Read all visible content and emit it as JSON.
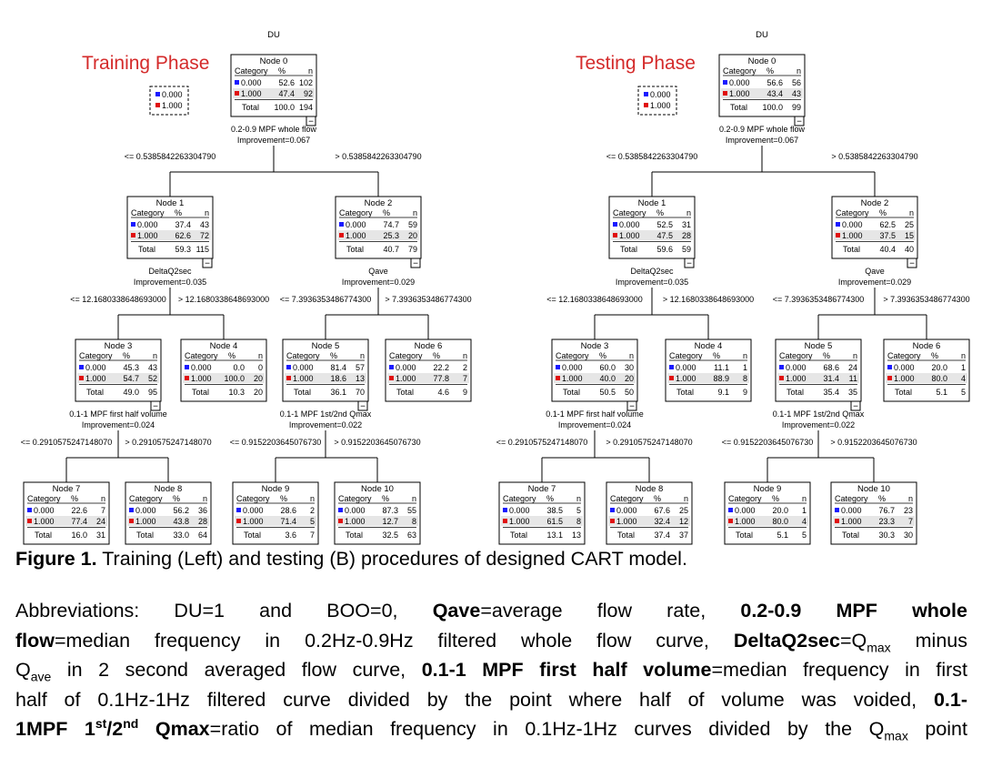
{
  "trees": [
    {
      "side": "left",
      "phase_label": "Training Phase",
      "root_title": "DU",
      "legend": [
        "0.000",
        "1.000"
      ],
      "colors": {
        "cat0": "#1a1aff",
        "cat1": "#e01010",
        "phase_label": "#d42a2a"
      },
      "nodes": [
        {
          "id": 0,
          "title": "Node 0",
          "rows": [
            [
              "0.000",
              "52.6",
              "102"
            ],
            [
              "1.000",
              "47.4",
              "92"
            ]
          ],
          "total": [
            "100.0",
            "194"
          ],
          "split_var": "0.2-0.9 MPF whole flow",
          "improvement": "Improvement=0.067"
        },
        {
          "id": 1,
          "title": "Node 1",
          "rows": [
            [
              "0.000",
              "37.4",
              "43"
            ],
            [
              "1.000",
              "62.6",
              "72"
            ]
          ],
          "total": [
            "59.3",
            "115"
          ],
          "split_var": "DeltaQ2sec",
          "improvement": "Improvement=0.035"
        },
        {
          "id": 2,
          "title": "Node 2",
          "rows": [
            [
              "0.000",
              "74.7",
              "59"
            ],
            [
              "1.000",
              "25.3",
              "20"
            ]
          ],
          "total": [
            "40.7",
            "79"
          ],
          "split_var": "Qave",
          "improvement": "Improvement=0.029"
        },
        {
          "id": 3,
          "title": "Node 3",
          "rows": [
            [
              "0.000",
              "45.3",
              "43"
            ],
            [
              "1.000",
              "54.7",
              "52"
            ]
          ],
          "total": [
            "49.0",
            "95"
          ],
          "split_var": "0.1-1 MPF first half volume",
          "improvement": "Improvement=0.024"
        },
        {
          "id": 4,
          "title": "Node 4",
          "rows": [
            [
              "0.000",
              "0.0",
              "0"
            ],
            [
              "1.000",
              "100.0",
              "20"
            ]
          ],
          "total": [
            "10.3",
            "20"
          ]
        },
        {
          "id": 5,
          "title": "Node 5",
          "rows": [
            [
              "0.000",
              "81.4",
              "57"
            ],
            [
              "1.000",
              "18.6",
              "13"
            ]
          ],
          "total": [
            "36.1",
            "70"
          ],
          "split_var": "0.1-1 MPF 1st/2nd Qmax",
          "improvement": "Improvement=0.022"
        },
        {
          "id": 6,
          "title": "Node 6",
          "rows": [
            [
              "0.000",
              "22.2",
              "2"
            ],
            [
              "1.000",
              "77.8",
              "7"
            ]
          ],
          "total": [
            "4.6",
            "9"
          ]
        },
        {
          "id": 7,
          "title": "Node 7",
          "rows": [
            [
              "0.000",
              "22.6",
              "7"
            ],
            [
              "1.000",
              "77.4",
              "24"
            ]
          ],
          "total": [
            "16.0",
            "31"
          ]
        },
        {
          "id": 8,
          "title": "Node 8",
          "rows": [
            [
              "0.000",
              "56.2",
              "36"
            ],
            [
              "1.000",
              "43.8",
              "28"
            ]
          ],
          "total": [
            "33.0",
            "64"
          ]
        },
        {
          "id": 9,
          "title": "Node 9",
          "rows": [
            [
              "0.000",
              "28.6",
              "2"
            ],
            [
              "1.000",
              "71.4",
              "5"
            ]
          ],
          "total": [
            "3.6",
            "7"
          ]
        },
        {
          "id": 10,
          "title": "Node 10",
          "rows": [
            [
              "0.000",
              "87.3",
              "55"
            ],
            [
              "1.000",
              "12.7",
              "8"
            ]
          ],
          "total": [
            "32.5",
            "63"
          ]
        }
      ],
      "edges": [
        {
          "from": 0,
          "to": 1,
          "label": "<= 0.5385842263304790"
        },
        {
          "from": 0,
          "to": 2,
          "label": "> 0.5385842263304790"
        },
        {
          "from": 1,
          "to": 3,
          "label": "<= 12.1680338648693000"
        },
        {
          "from": 1,
          "to": 4,
          "label": "> 12.1680338648693000"
        },
        {
          "from": 2,
          "to": 5,
          "label": "<= 7.3936353486774300"
        },
        {
          "from": 2,
          "to": 6,
          "label": "> 7.3936353486774300"
        },
        {
          "from": 3,
          "to": 7,
          "label": "<= 0.2910575247148070"
        },
        {
          "from": 3,
          "to": 8,
          "label": "> 0.2910575247148070"
        },
        {
          "from": 5,
          "to": 9,
          "label": "<= 0.9152203645076730"
        },
        {
          "from": 5,
          "to": 10,
          "label": "> 0.9152203645076730"
        }
      ]
    },
    {
      "side": "right",
      "phase_label": "Testing Phase",
      "root_title": "DU",
      "legend": [
        "0.000",
        "1.000"
      ],
      "colors": {
        "cat0": "#1a1aff",
        "cat1": "#e01010",
        "phase_label": "#d42a2a"
      },
      "nodes": [
        {
          "id": 0,
          "title": "Node 0",
          "rows": [
            [
              "0.000",
              "56.6",
              "56"
            ],
            [
              "1.000",
              "43.4",
              "43"
            ]
          ],
          "total": [
            "100.0",
            "99"
          ],
          "split_var": "0.2-0.9 MPF whole flow",
          "improvement": "Improvement=0.067"
        },
        {
          "id": 1,
          "title": "Node 1",
          "rows": [
            [
              "0.000",
              "52.5",
              "31"
            ],
            [
              "1.000",
              "47.5",
              "28"
            ]
          ],
          "total": [
            "59.6",
            "59"
          ],
          "split_var": "DeltaQ2sec",
          "improvement": "Improvement=0.035"
        },
        {
          "id": 2,
          "title": "Node 2",
          "rows": [
            [
              "0.000",
              "62.5",
              "25"
            ],
            [
              "1.000",
              "37.5",
              "15"
            ]
          ],
          "total": [
            "40.4",
            "40"
          ],
          "split_var": "Qave",
          "improvement": "Improvement=0.029"
        },
        {
          "id": 3,
          "title": "Node 3",
          "rows": [
            [
              "0.000",
              "60.0",
              "30"
            ],
            [
              "1.000",
              "40.0",
              "20"
            ]
          ],
          "total": [
            "50.5",
            "50"
          ],
          "split_var": "0.1-1 MPF first half volume",
          "improvement": "Improvement=0.024"
        },
        {
          "id": 4,
          "title": "Node 4",
          "rows": [
            [
              "0.000",
              "11.1",
              "1"
            ],
            [
              "1.000",
              "88.9",
              "8"
            ]
          ],
          "total": [
            "9.1",
            "9"
          ]
        },
        {
          "id": 5,
          "title": "Node 5",
          "rows": [
            [
              "0.000",
              "68.6",
              "24"
            ],
            [
              "1.000",
              "31.4",
              "11"
            ]
          ],
          "total": [
            "35.4",
            "35"
          ],
          "split_var": "0.1-1 MPF 1st/2nd Qmax",
          "improvement": "Improvement=0.022"
        },
        {
          "id": 6,
          "title": "Node 6",
          "rows": [
            [
              "0.000",
              "20.0",
              "1"
            ],
            [
              "1.000",
              "80.0",
              "4"
            ]
          ],
          "total": [
            "5.1",
            "5"
          ]
        },
        {
          "id": 7,
          "title": "Node 7",
          "rows": [
            [
              "0.000",
              "38.5",
              "5"
            ],
            [
              "1.000",
              "61.5",
              "8"
            ]
          ],
          "total": [
            "13.1",
            "13"
          ]
        },
        {
          "id": 8,
          "title": "Node 8",
          "rows": [
            [
              "0.000",
              "67.6",
              "25"
            ],
            [
              "1.000",
              "32.4",
              "12"
            ]
          ],
          "total": [
            "37.4",
            "37"
          ]
        },
        {
          "id": 9,
          "title": "Node 9",
          "rows": [
            [
              "0.000",
              "20.0",
              "1"
            ],
            [
              "1.000",
              "80.0",
              "4"
            ]
          ],
          "total": [
            "5.1",
            "5"
          ]
        },
        {
          "id": 10,
          "title": "Node 10",
          "rows": [
            [
              "0.000",
              "76.7",
              "23"
            ],
            [
              "1.000",
              "23.3",
              "7"
            ]
          ],
          "total": [
            "30.3",
            "30"
          ]
        }
      ],
      "edges": [
        {
          "from": 0,
          "to": 1,
          "label": "<= 0.5385842263304790"
        },
        {
          "from": 0,
          "to": 2,
          "label": "> 0.5385842263304790"
        },
        {
          "from": 1,
          "to": 3,
          "label": "<= 12.1680338648693000"
        },
        {
          "from": 1,
          "to": 4,
          "label": "> 12.1680338648693000"
        },
        {
          "from": 2,
          "to": 5,
          "label": "<= 7.3936353486774300"
        },
        {
          "from": 2,
          "to": 6,
          "label": "> 7.3936353486774300"
        },
        {
          "from": 3,
          "to": 7,
          "label": "<= 0.2910575247148070"
        },
        {
          "from": 3,
          "to": 8,
          "label": "> 0.2910575247148070"
        },
        {
          "from": 5,
          "to": 9,
          "label": "<= 0.9152203645076730"
        },
        {
          "from": 5,
          "to": 10,
          "label": "> 0.9152203645076730"
        }
      ]
    }
  ],
  "table_headers": {
    "category": "Category",
    "percent": "%",
    "n": "n",
    "total": "Total"
  },
  "collapse_glyph": "−",
  "caption": {
    "label": "Figure 1.",
    "text": " Training (Left) and testing (B) procedures of designed CART model."
  },
  "abbreviations": {
    "l1_a": "Abbreviations: DU=1 and BOO=0, ",
    "l1_b": "Qave",
    "l1_c": "=average flow rate, ",
    "l1_d": "0.2-0.9 MPF whole",
    "l2_a": "flow",
    "l2_b": "=median frequency in 0.2Hz-0.9Hz filtered whole flow curve, ",
    "l2_c": "DeltaQ2sec",
    "l2_d": "=Q",
    "l2_sub": "max",
    "l2_e": " minus",
    "l3_a": "Q",
    "l3_sub": "ave",
    "l3_b": " in 2 second averaged flow curve, ",
    "l3_c": "0.1-1 MPF first half volume",
    "l3_d": "=median frequency in first",
    "l4_a": "half of 0.1Hz-1Hz filtered curve divided by the point where half of volume was voided, ",
    "l4_b": "0.1-",
    "l5_a": "1MPF 1",
    "l5_sup1": "st",
    "l5_b": "/2",
    "l5_sup2": "nd",
    "l5_c": " Qmax",
    "l5_d": "=ratio of median frequency in 0.1Hz-1Hz curves divided by the Q",
    "l5_sub": "max",
    "l5_e": " point"
  }
}
